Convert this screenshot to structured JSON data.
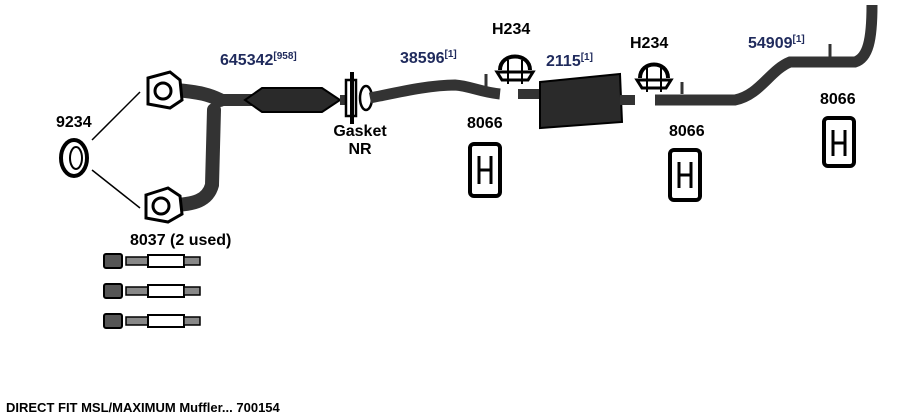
{
  "parts": {
    "p9234": "9234",
    "p645342": "645342",
    "p645342_note": "[958]",
    "gasket_line1": "Gasket",
    "gasket_line2": "NR",
    "p38596": "38596",
    "p38596_note": "[1]",
    "h234_a": "H234",
    "p2115": "2115",
    "p2115_note": "[1]",
    "h234_b": "H234",
    "p54909": "54909",
    "p54909_note": "[1]",
    "p8066_a": "8066",
    "p8066_b": "8066",
    "p8066_c": "8066",
    "p8037": "8037 (2 used)"
  },
  "caption": "DIRECT FIT MSL/MAXIMUM Muffler... 700154",
  "colors": {
    "part_label": "#1f2a5c",
    "hardware_label": "#000000",
    "pipe": "#333333",
    "outline": "#000000"
  }
}
